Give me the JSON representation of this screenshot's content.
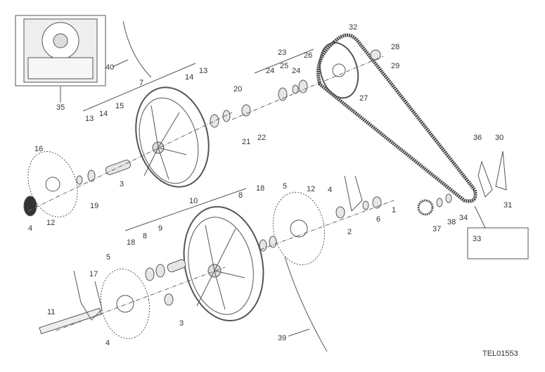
{
  "diagram": {
    "drawing_code": "TEL01553",
    "callouts": [
      "32",
      "28",
      "29",
      "23",
      "26",
      "24",
      "25",
      "24",
      "27",
      "20",
      "21",
      "22",
      "14",
      "13",
      "7",
      "40",
      "35",
      "13",
      "14",
      "15",
      "16",
      "19",
      "12",
      "4",
      "3",
      "36",
      "30",
      "31",
      "37",
      "38",
      "34",
      "33",
      "10",
      "8",
      "18",
      "5",
      "12",
      "4",
      "1",
      "6",
      "2",
      "18",
      "8",
      "9",
      "5",
      "17",
      "11",
      "4",
      "3",
      "39"
    ],
    "colors": {
      "line": "#555555",
      "text": "#333333",
      "fill": "#e6e6e6"
    }
  }
}
